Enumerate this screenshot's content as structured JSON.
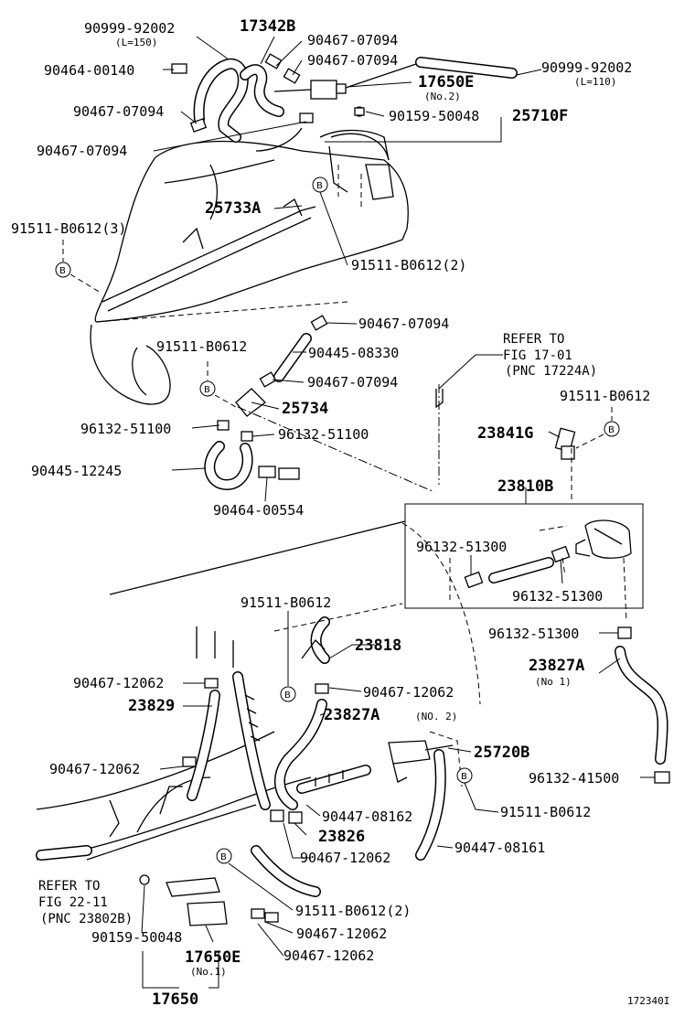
{
  "labels": {
    "p90999_92002_top": "90999-92002",
    "p90999_92002_top_sub": "(L=150)",
    "p17342B": "17342B",
    "p90467_07094_a": "90467-07094",
    "p90467_07094_b": "90467-07094",
    "p90464_00140": "90464-00140",
    "p90999_92002_right": "90999-92002",
    "p90999_92002_right_sub": "(L=110)",
    "p17650E_top": "17650E",
    "p17650E_top_sub": "(No.2)",
    "p90467_07094_c": "90467-07094",
    "p90159_50048_top": "90159-50048",
    "p25710F": "25710F",
    "p90467_07094_d": "90467-07094",
    "p25733A": "25733A",
    "p91511_B0612_3": "91511-B0612(3)",
    "p91511_B0612_2_top": "91511-B0612(2)",
    "p90467_07094_e": "90467-07094",
    "p90445_08330": "90445-08330",
    "p91511_B0612_mid": "91511-B0612",
    "p90467_07094_f": "90467-07094",
    "p25734": "25734",
    "p96132_51100_a": "96132-51100",
    "p96132_51100_b": "96132-51100",
    "p90445_12245": "90445-12245",
    "p90464_00554": "90464-00554",
    "refer_1701_a": "REFER TO",
    "refer_1701_b": "FIG 17-01",
    "refer_1701_c": "(PNC 17224A)",
    "p91511_B0612_right": "91511-B0612",
    "p23841G": "23841G",
    "p23810B": "23810B",
    "p96132_51300_a": "96132-51300",
    "p96132_51300_b": "96132-51300",
    "p91511_B0612_low": "91511-B0612",
    "p96132_51300_c": "96132-51300",
    "p23818": "23818",
    "p23827A_right": "23827A",
    "p23827A_right_sub": "(No 1)",
    "p90467_12062_a": "90467-12062",
    "p90467_12062_b": "90467-12062",
    "p23829": "23829",
    "p23827A_mid": "23827A",
    "p23827A_mid_sub": "(NO. 2)",
    "p25720B": "25720B",
    "p90467_12062_c": "90467-12062",
    "p96132_41500": "96132-41500",
    "p91511_B0612_bot": "91511-B0612",
    "p90447_08162": "90447-08162",
    "p23826": "23826",
    "p90467_12062_d": "90467-12062",
    "p90447_08161": "90447-08161",
    "refer_2211_a": "REFER TO",
    "refer_2211_b": "FIG 22-11",
    "refer_2211_c": "(PNC 23802B)",
    "p91511_B0612_2_bot": "91511-B0612(2)",
    "p90159_50048_bot": "90159-50048",
    "p90467_12062_e": "90467-12062",
    "p17650E_bot": "17650E",
    "p17650E_bot_sub": "(No.1)",
    "p90467_12062_f": "90467-12062",
    "p17650": "17650",
    "figure_id": "172340I"
  },
  "bolt_marker": "B"
}
